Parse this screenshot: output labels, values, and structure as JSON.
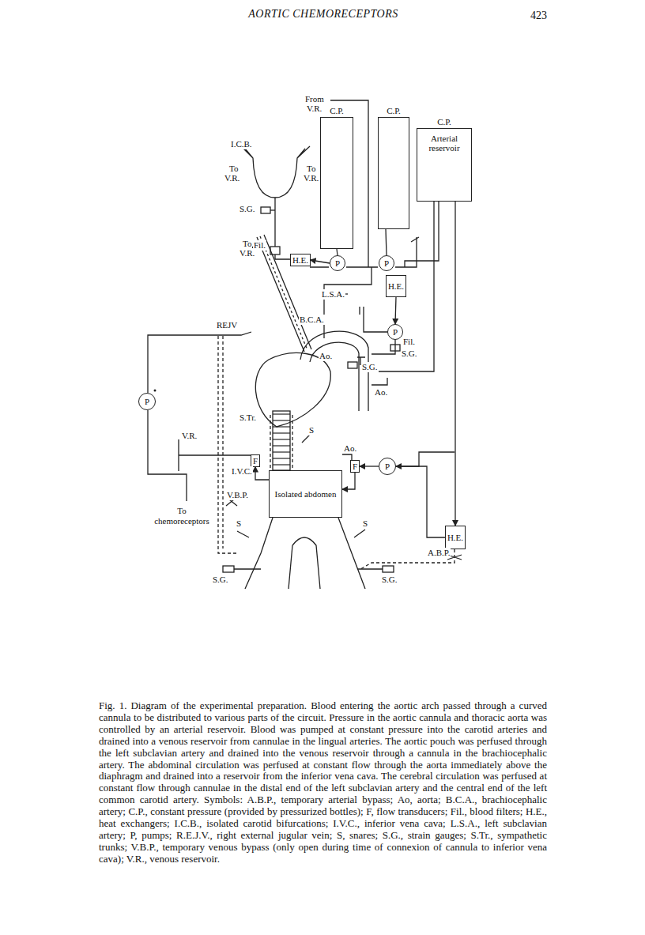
{
  "diagram": {
    "caption": "Fig. 1. Diagram of the experimental preparation. Blood entering the aortic arch passed through a curved cannula to be distributed to various parts of the circuit. Pressure in the aortic cannula and thoracic aorta was controlled by an arterial reservoir. Blood was pumped at constant pressure into the carotid arteries and drained into a venous reservoir from cannulae in the lingual arteries. The aortic pouch was perfused through the left subclavian artery and drained into the venous reservoir through a cannula in the brachiocephalic artery. The abdominal circulation was perfused at constant flow through the aorta immediately above the diaphragm and drained into a reservoir from the inferior vena cava. The cerebral circulation was perfused at constant flow through cannulae in the distal end of the left subclavian artery and the central end of the left common carotid artery. Symbols: A.B.P., temporary arterial bypass; Ao, aorta; B.C.A., brachiocephalic artery; C.P., constant pressure (provided by pressurized bottles); F, flow transducers; Fil., blood filters; H.E., heat exchangers; I.C.B., isolated carotid bifurcations; I.V.C., inferior vena cava; L.S.A., left subclavian artery; P, pumps; R.E.J.V., right external jugular vein; S, snares; S.G., strain gauges; S.Tr., sympathetic trunks; V.B.P., temporary venous bypass (only open during time of connexion of cannula to inferior vena cava); V.R., venous reservoir.",
    "nodes": [
      {
        "text": [
          "C.P."
        ]
      },
      {
        "text": [
          "C.P."
        ]
      },
      {
        "text": [
          "C.P.",
          "Arterial reservoir"
        ]
      },
      {
        "text": [
          "H.E."
        ]
      },
      {
        "text": [
          "P"
        ]
      },
      {
        "text": [
          "P"
        ]
      },
      {
        "text": [
          "H.E."
        ]
      },
      {
        "text": [
          "P"
        ]
      },
      {
        "text": [
          "P"
        ]
      },
      {
        "text": [
          "F"
        ]
      },
      {
        "text": [
          "Isolated abdomen"
        ]
      },
      {
        "text": [
          "F"
        ]
      },
      {
        "text": [
          "P"
        ]
      },
      {
        "text": [
          "H.E."
        ]
      }
    ],
    "edges": [
      {
        "from": 0,
        "to": 4,
        "arrow": "none"
      },
      {
        "from": 1,
        "to": 5,
        "arrow": "none"
      },
      {
        "from": 4,
        "to": 3,
        "arrow": "to"
      },
      {
        "from": 6,
        "to": 7,
        "arrow": "to"
      },
      {
        "from": 2,
        "to": 13,
        "arrow": "to"
      },
      {
        "from": 13,
        "to": 12,
        "arrow": "to"
      },
      {
        "from": 12,
        "to": 11,
        "arrow": "to"
      },
      {
        "from": 11,
        "to": 10,
        "arrow": "to"
      },
      {
        "from": 10,
        "to": 9,
        "arrow": "to"
      }
    ],
    "labels": [
      "AORTIC CHEMORECEPTORS",
      "423",
      "From",
      "V.R.",
      "I.C.B.",
      "To",
      "V.R.",
      "To",
      "V.R.",
      "S.G.",
      "Fil.",
      "To",
      "V.R.",
      "L.S.A.",
      "B.C.A.",
      "Fil.",
      "S.G.",
      "Ao.",
      "S.G.",
      "REJV",
      "Ao.",
      "S.Tr.",
      "S",
      "V.R.",
      "I.V.C.",
      "Ao.",
      "V.B.P.",
      "To chemoreceptors",
      "A.B.P.",
      "S",
      "S",
      "S.G.",
      "S.G."
    ]
  }
}
